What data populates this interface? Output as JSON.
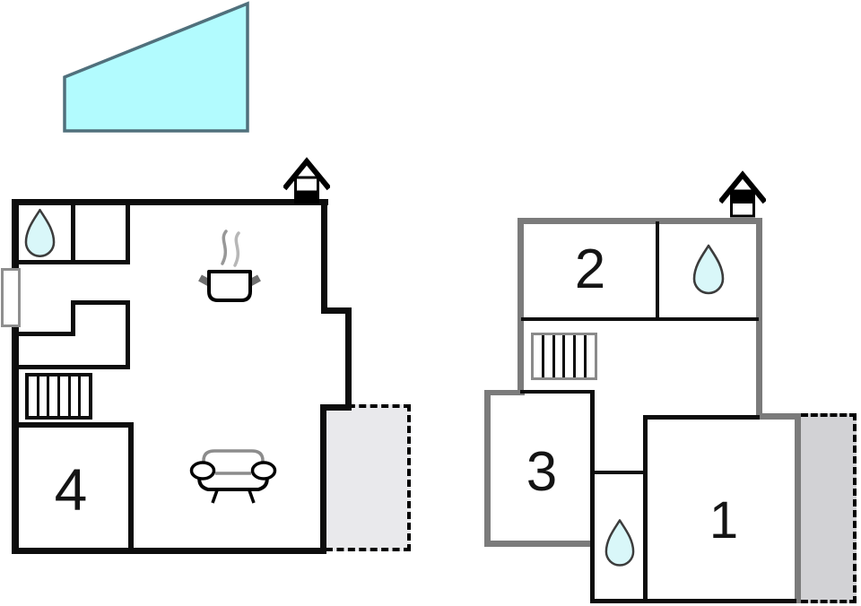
{
  "rooms": {
    "room1": "1",
    "room2": "2",
    "room3": "3",
    "room4": "4"
  },
  "colors": {
    "wall_black": "#0d0d0d",
    "wall_gray": "#7b7b7b",
    "water": "#b2fbfe",
    "water_stroke": "#50707c",
    "drop_fill": "#d9f7f9",
    "drop_stroke": "#3c3c3c",
    "terrace_left": "#e9e9ec",
    "terrace_right": "#d2d2d5",
    "stair_gray": "#8a8a8a",
    "furniture_gray": "#8c8c8c"
  },
  "icons": {
    "pool": "pool-shape",
    "fireplace": "fireplace-icon",
    "bathroom_drop": "water-drop-icon",
    "stairs": "stairs-icon",
    "stove": "stove-icon",
    "sofa": "sofa-icon",
    "window": "window-marker",
    "terrace": "terrace-area"
  }
}
